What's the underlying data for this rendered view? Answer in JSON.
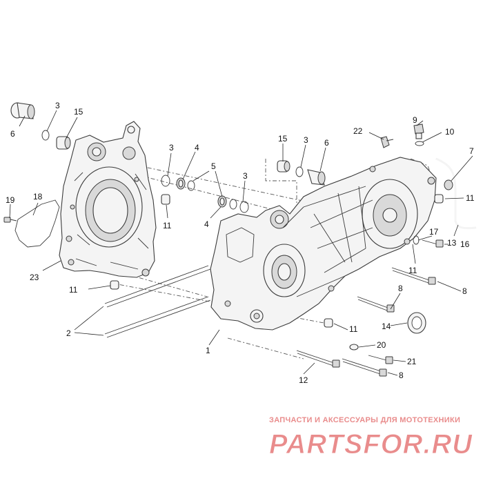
{
  "diagram": {
    "callouts": [
      {
        "id": "c6a",
        "label": "6"
      },
      {
        "id": "c3a",
        "label": "3"
      },
      {
        "id": "c15a",
        "label": "15"
      },
      {
        "id": "c19",
        "label": "19"
      },
      {
        "id": "c18",
        "label": "18"
      },
      {
        "id": "c23",
        "label": "23"
      },
      {
        "id": "c3b",
        "label": "3"
      },
      {
        "id": "c4a",
        "label": "4"
      },
      {
        "id": "c5",
        "label": "5"
      },
      {
        "id": "c11a",
        "label": "11"
      },
      {
        "id": "c4b",
        "label": "4"
      },
      {
        "id": "c3c",
        "label": "3"
      },
      {
        "id": "c11b",
        "label": "11"
      },
      {
        "id": "c2",
        "label": "2"
      },
      {
        "id": "c1",
        "label": "1"
      },
      {
        "id": "c15b",
        "label": "15"
      },
      {
        "id": "c3d",
        "label": "3"
      },
      {
        "id": "c6b",
        "label": "6"
      },
      {
        "id": "c22",
        "label": "22"
      },
      {
        "id": "c9",
        "label": "9"
      },
      {
        "id": "c10",
        "label": "10"
      },
      {
        "id": "c7",
        "label": "7"
      },
      {
        "id": "c11c",
        "label": "11"
      },
      {
        "id": "c13",
        "label": "13"
      },
      {
        "id": "c17",
        "label": "17"
      },
      {
        "id": "c11d",
        "label": "11"
      },
      {
        "id": "c16",
        "label": "16"
      },
      {
        "id": "c8a",
        "label": "8"
      },
      {
        "id": "c8b",
        "label": "8"
      },
      {
        "id": "c14",
        "label": "14"
      },
      {
        "id": "c11e",
        "label": "11"
      },
      {
        "id": "c20",
        "label": "20"
      },
      {
        "id": "c21",
        "label": "21"
      },
      {
        "id": "c12",
        "label": "12"
      },
      {
        "id": "c8c",
        "label": "8"
      }
    ]
  },
  "watermark": {
    "tagline": "ЗАПЧАСТИ И АКСЕССУАРЫ ДЛЯ МОТОТЕХНИКИ",
    "logo_text": "PARTSFOR.RU",
    "color": "#e15a5a"
  }
}
